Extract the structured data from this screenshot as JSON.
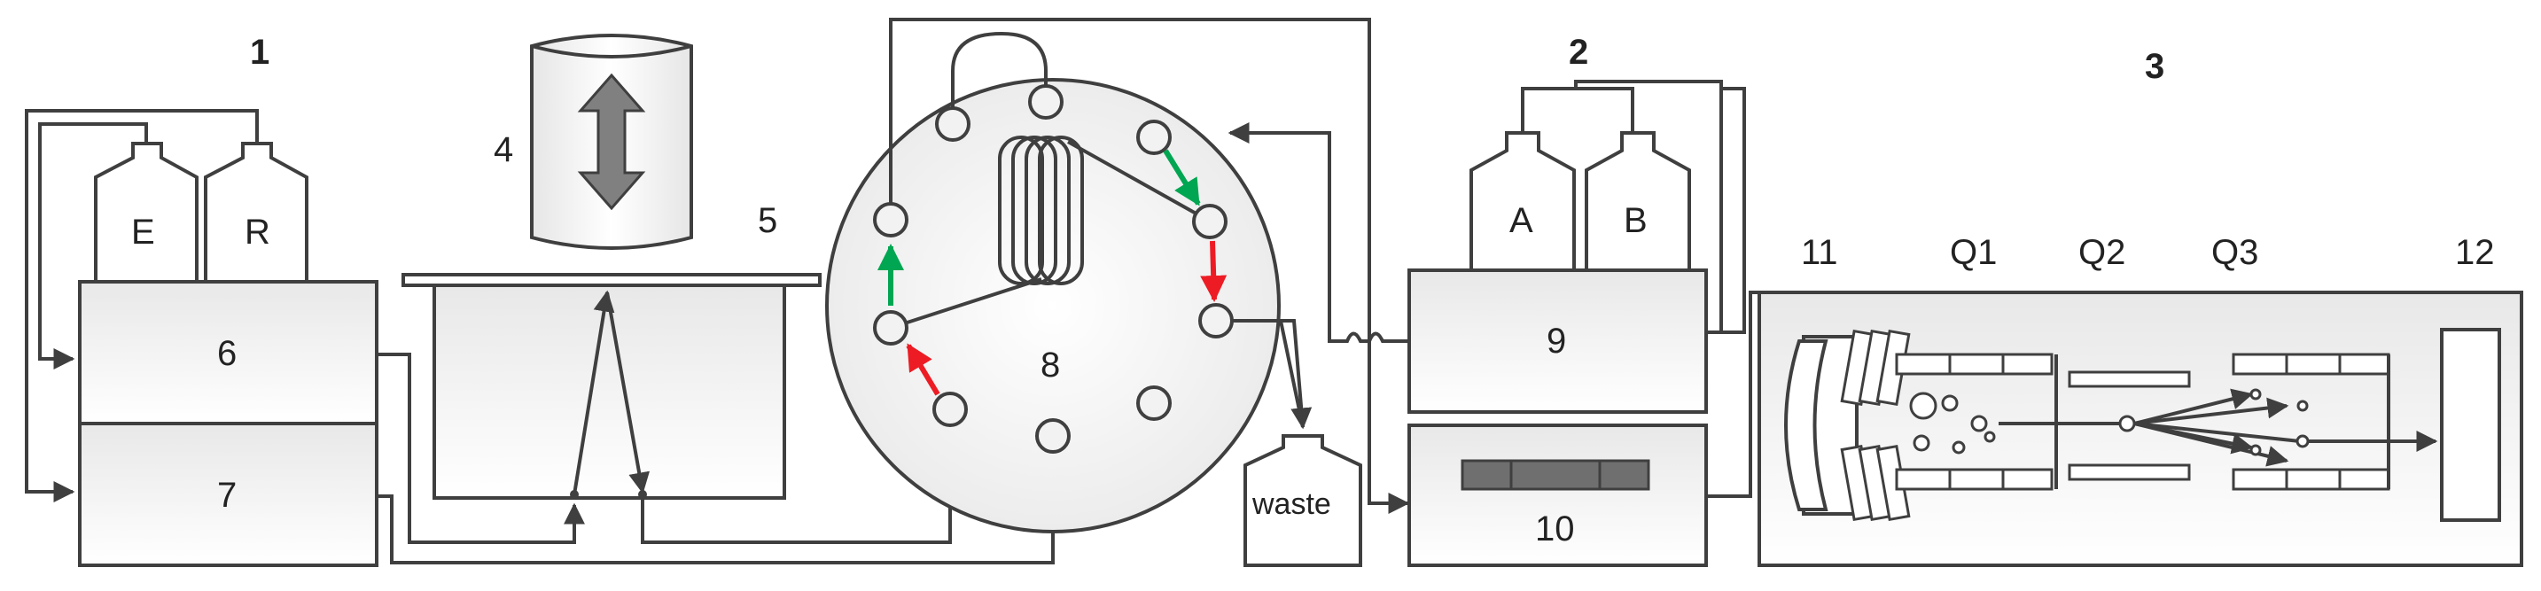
{
  "section_labels": {
    "s1": "1",
    "s2": "2",
    "s3": "3"
  },
  "reservoirs": {
    "eluent": "E",
    "reagent": "R",
    "solvent_a": "A",
    "solvent_b": "B"
  },
  "component_numbers": {
    "c4": "4",
    "c5": "5",
    "c6": "6",
    "c7": "7",
    "c8": "8",
    "c9": "9",
    "c10": "10",
    "c11": "11",
    "c12": "12"
  },
  "quadrupoles": {
    "q1": "Q1",
    "q2": "Q2",
    "q3": "Q3"
  },
  "waste_label": "waste",
  "colors": {
    "line": "#3f3f3f",
    "box_fill": "#f0f0f0",
    "green_arrow": "#00a651",
    "red_arrow": "#ed1c24",
    "gauge_arrow": "#808080",
    "column_fill": "#6f6f6f"
  }
}
